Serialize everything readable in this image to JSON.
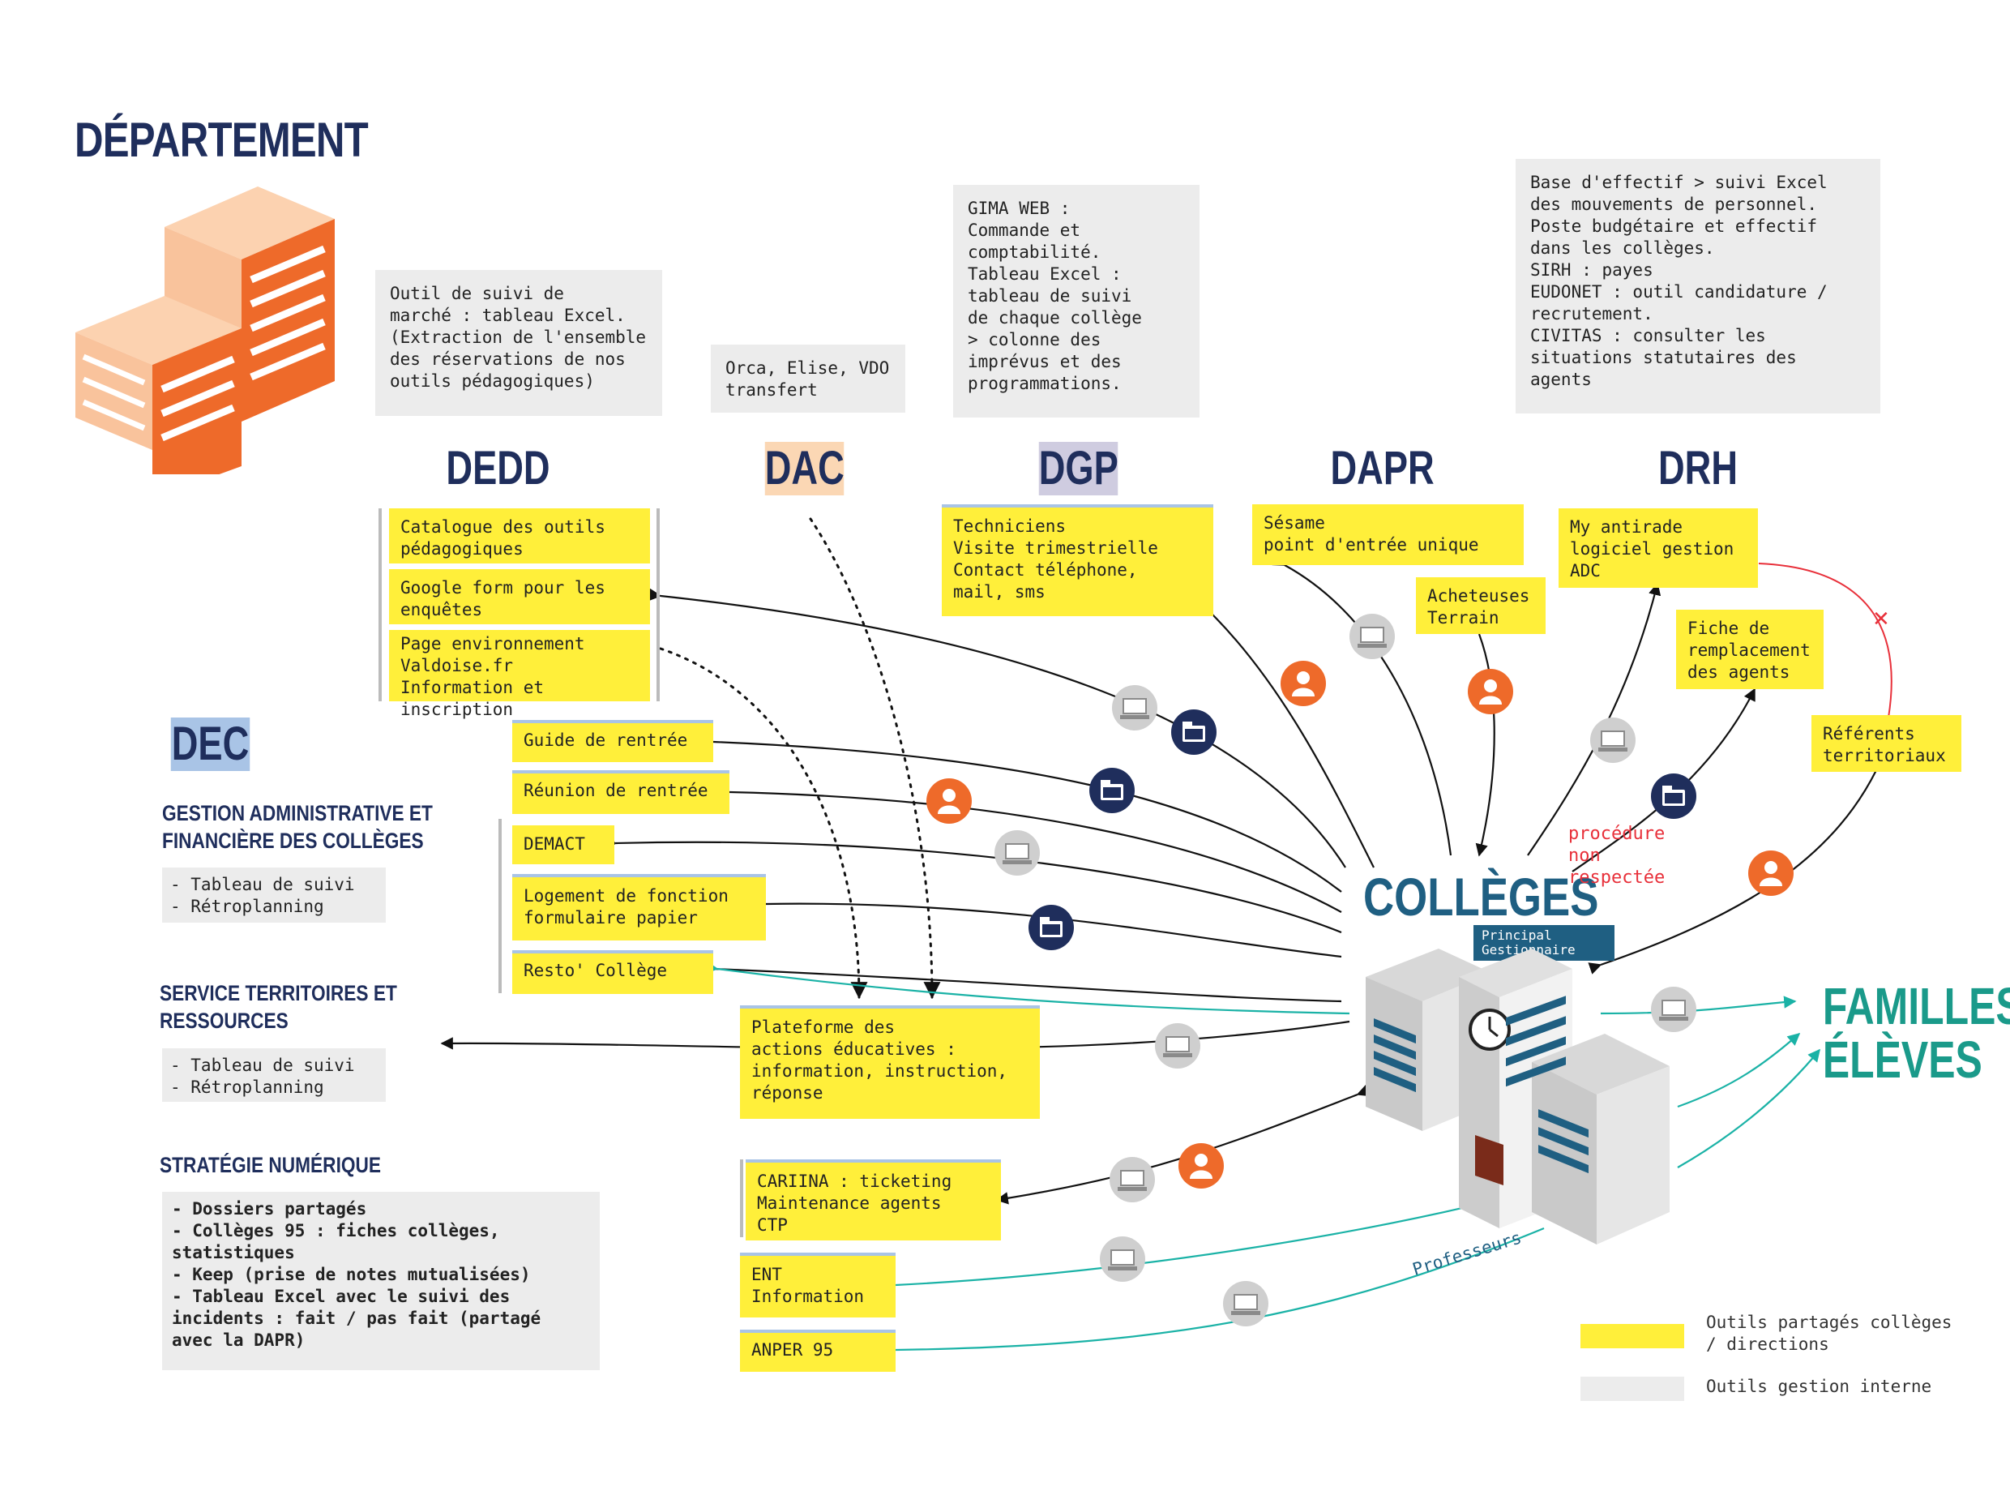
{
  "header": {
    "title": "DÉPARTEMENT"
  },
  "top_notes": {
    "dedd": "Outil de suivi de\nmarché : tableau Excel.\n(Extraction de l'ensemble\ndes réservations de nos\noutils pédagogiques)",
    "dac": "Orca, Elise, VDO\ntransfert",
    "dgp": "GIMA WEB :\nCommande et\ncomptabilité.\nTableau Excel :\ntableau de suivi\nde chaque collège\n> colonne des\nimprévus et des\nprogrammations.",
    "drh": "Base d'effectif > suivi Excel\ndes mouvements de personnel.\nPoste budgétaire et effectif\ndans les collèges.\nSIRH : payes\nEUDONET : outil candidature /\nrecrutement.\nCIVITAS : consulter les\nsituations statutaires des\nagents"
  },
  "directions": {
    "dedd": {
      "label": "DEDD",
      "color": "#ffffff"
    },
    "dac": {
      "label": "DAC",
      "color": "#fbd7b4"
    },
    "dgp": {
      "label": "DGP",
      "color": "#cfcce0"
    },
    "dapr": {
      "label": "DAPR",
      "color": "#ffef3a"
    },
    "drh": {
      "label": "DRH",
      "color": "#ffffff"
    },
    "dec": {
      "label": "DEC",
      "color": "#a9c4e6"
    }
  },
  "dedd_tools": [
    "Catalogue des outils\npédagogiques",
    "Google form pour les\nenquêtes",
    "Page environnement\nValdoise.fr\nInformation et inscription"
  ],
  "dgp_tool": "Techniciens\nVisite trimestrielle\nContact téléphone,\nmail, sms",
  "dapr_tools": {
    "sesame": "Sésame\npoint d'entrée unique",
    "acheteuses": "Acheteuses\nTerrain"
  },
  "drh_tools": {
    "my": "My antirade\nlogiciel gestion\nADC",
    "fiche": "Fiche de\nremplacement\ndes agents",
    "referents": "Référents\nterritoriaux"
  },
  "dec_sections": {
    "gestion": {
      "title": "GESTION ADMINISTRATIVE ET\nFINANCIÈRE DES COLLÈGES",
      "note": "- Tableau de suivi\n- Rétroplanning"
    },
    "service": {
      "title": "SERVICE TERRITOIRES ET\nRESSOURCES",
      "note": "- Tableau de suivi\n- Rétroplanning"
    },
    "strategie": {
      "title": "STRATÉGIE NUMÉRIQUE",
      "note": "- Dossiers partagés\n- Collèges 95 : fiches collèges,\nstatistiques\n- Keep (prise de notes mutualisées)\n- Tableau Excel avec le suivi des\nincidents : fait / pas fait (partagé\navec la DAPR)"
    }
  },
  "dec_tools": [
    "Guide de rentrée",
    "Réunion de rentrée",
    "DEMACT",
    "Logement de fonction\nformulaire papier",
    "Resto' Collège"
  ],
  "plateforme": "Plateforme des\nactions éducatives :\ninformation, instruction,\nréponse",
  "bottom_tools": [
    "CARIINA : ticketing\nMaintenance agents\nCTP",
    "ENT\nInformation",
    "ANPER 95"
  ],
  "colleges": {
    "label": "COLLÈGES",
    "badge": "Principal\nGestionnaire"
  },
  "familles": {
    "line1": "FAMILLES",
    "line2": "ÉLÈVES"
  },
  "procedure": "procédure\nnon\nrespectée",
  "professeurs": "Professeurs",
  "legend": [
    {
      "label": "Outils partagés collèges\n/ directions",
      "color": "#ffef3a"
    },
    {
      "label": "Outils gestion interne",
      "color": "#ececec"
    }
  ],
  "icons": {
    "computer": "computer-icon",
    "folder": "folder-icon",
    "person": "person-icon",
    "building": "building-icon",
    "college": "college-building-icon"
  }
}
